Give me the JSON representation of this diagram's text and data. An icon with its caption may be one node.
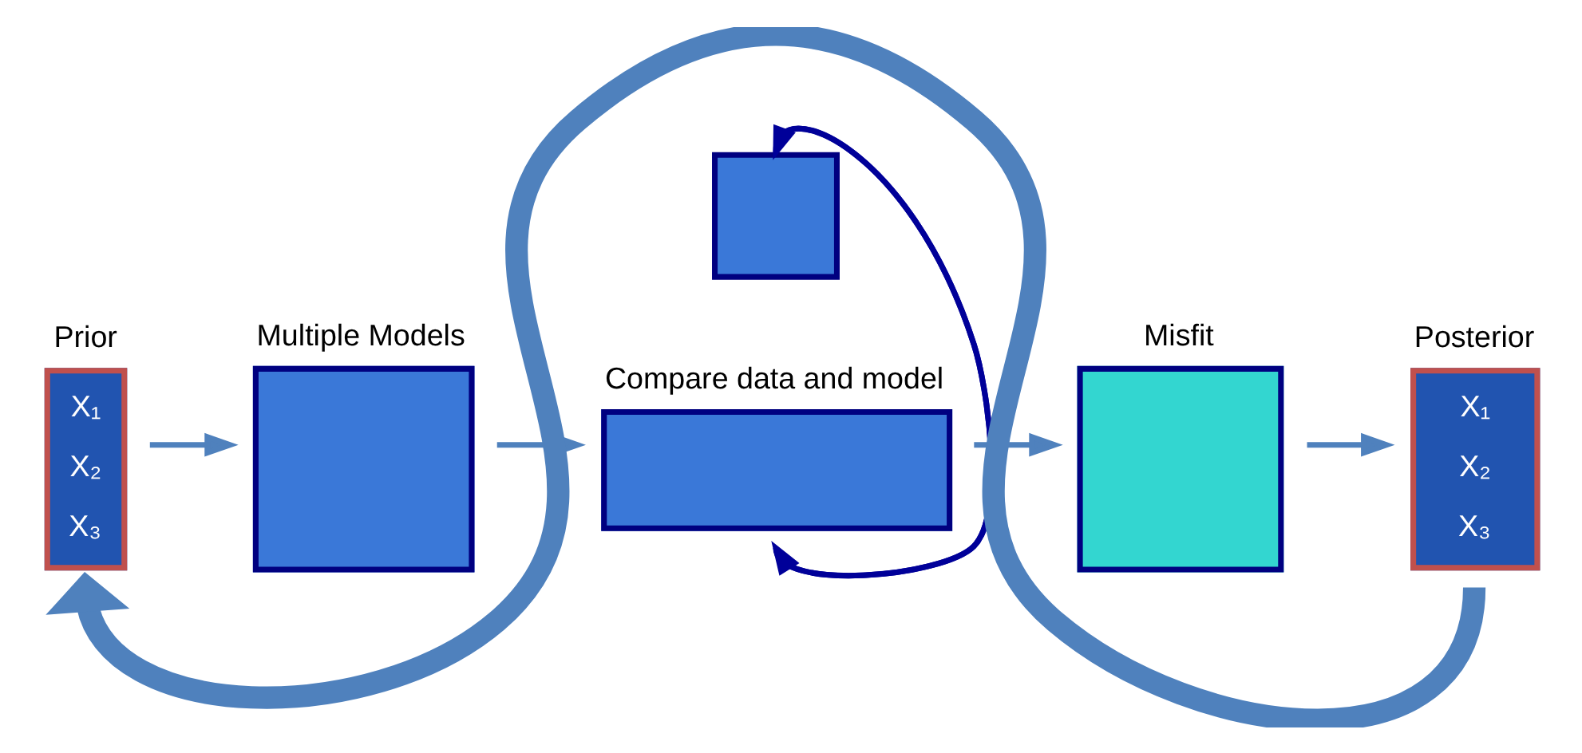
{
  "diagram": {
    "nodes": [
      {
        "text": [
          "Prior",
          "X₁",
          "X₂",
          "X₃"
        ]
      },
      {
        "text": [
          "Multiple Models"
        ]
      },
      {
        "text": [
          "Compare data and model"
        ]
      },
      {
        "text": [],
        "shape": "box"
      },
      {
        "text": [
          "Misfit"
        ]
      },
      {
        "text": [
          "Posterior",
          "X₁",
          "X₂",
          "X₃"
        ]
      }
    ],
    "edges": [
      {
        "from": 0,
        "to": 1,
        "arrow": "to"
      },
      {
        "from": 1,
        "to": 2,
        "arrow": "to"
      },
      {
        "from": 3,
        "to": 2,
        "arrow": "to",
        "color": "#000099"
      },
      {
        "from": 2,
        "to": 3,
        "arrow": "to",
        "color": "#000099"
      },
      {
        "from": 2,
        "to": 4,
        "arrow": "to"
      },
      {
        "from": 4,
        "to": 5,
        "arrow": "to"
      },
      {
        "from": 5,
        "to": 0,
        "arrow": "to",
        "style": "thick"
      }
    ]
  }
}
